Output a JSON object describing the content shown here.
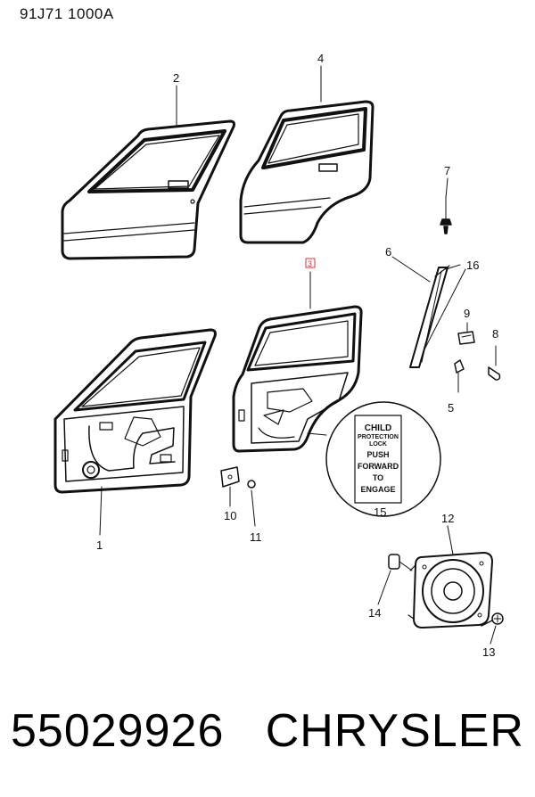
{
  "header": {
    "code": "91J71 1000A"
  },
  "footer": {
    "part_number": "55029926",
    "brand": "CHRYSLER"
  },
  "callouts": [
    {
      "id": "c1",
      "text": "1"
    },
    {
      "id": "c2",
      "text": "2"
    },
    {
      "id": "c3",
      "text": "3"
    },
    {
      "id": "c4",
      "text": "4"
    },
    {
      "id": "c5",
      "text": "5"
    },
    {
      "id": "c6",
      "text": "6"
    },
    {
      "id": "c7",
      "text": "7"
    },
    {
      "id": "c8",
      "text": "8"
    },
    {
      "id": "c9",
      "text": "9"
    },
    {
      "id": "c10",
      "text": "10"
    },
    {
      "id": "c11",
      "text": "11"
    },
    {
      "id": "c12",
      "text": "12"
    },
    {
      "id": "c13",
      "text": "13"
    },
    {
      "id": "c14",
      "text": "14"
    },
    {
      "id": "c15",
      "text": "15"
    },
    {
      "id": "c16",
      "text": "16"
    }
  ],
  "child_lock_label": {
    "line1": "CHILD",
    "line2": "PROTECTION",
    "line3": "LOCK",
    "line4": "PUSH",
    "line5": "FORWARD",
    "line6": "TO",
    "line7": "ENGAGE"
  },
  "colors": {
    "ink": "#111111",
    "highlight": "#e03030"
  }
}
